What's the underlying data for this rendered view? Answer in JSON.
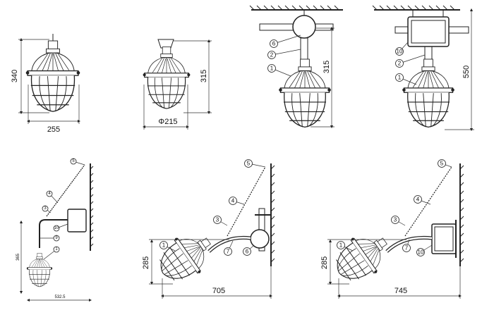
{
  "views": [
    {
      "id": "pendant-compact",
      "dimensions": {
        "height": "340",
        "width": "255"
      }
    },
    {
      "id": "ceiling-mount",
      "dimensions": {
        "height": "315",
        "diameter": "Φ215"
      }
    },
    {
      "id": "ceiling-junction-round",
      "dimensions": {
        "height": "315"
      },
      "callouts": [
        "6",
        "2",
        "1"
      ]
    },
    {
      "id": "ceiling-junction-square",
      "dimensions": {
        "height": "550"
      },
      "callouts": [
        "10",
        "2",
        "1"
      ]
    },
    {
      "id": "wall-bracket-pendant",
      "dimensions": {
        "height": "365",
        "width": "532.5"
      },
      "callouts": [
        "5",
        "4",
        "3",
        "10",
        "9",
        "1"
      ]
    },
    {
      "id": "wall-bent-arm-round-box",
      "dimensions": {
        "height": "285",
        "width": "705"
      },
      "callouts": [
        "5",
        "4",
        "3",
        "1",
        "7",
        "6"
      ]
    },
    {
      "id": "wall-bent-arm-square-box",
      "dimensions": {
        "height": "285",
        "width": "745"
      },
      "callouts": [
        "5",
        "4",
        "3",
        "1",
        "7",
        "10"
      ]
    }
  ],
  "colors": {
    "line": "#222222",
    "background": "#ffffff"
  }
}
